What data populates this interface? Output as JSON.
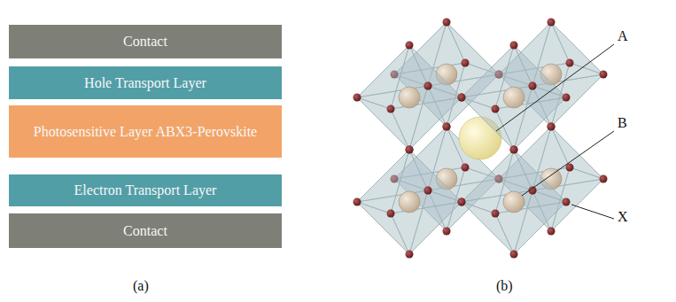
{
  "diagram": {
    "nodes": [
      {
        "text": [
          "Contact"
        ]
      },
      {
        "text": [
          "Hole Transport Layer"
        ]
      },
      {
        "text": [
          "Photosensitive Layer ABX3-Perovskite"
        ]
      },
      {
        "text": [
          "Electron Transport Layer"
        ]
      },
      {
        "text": [
          "Contact"
        ]
      }
    ],
    "labels": [
      "A",
      "B",
      "X",
      "(a)",
      "(b)"
    ]
  }
}
